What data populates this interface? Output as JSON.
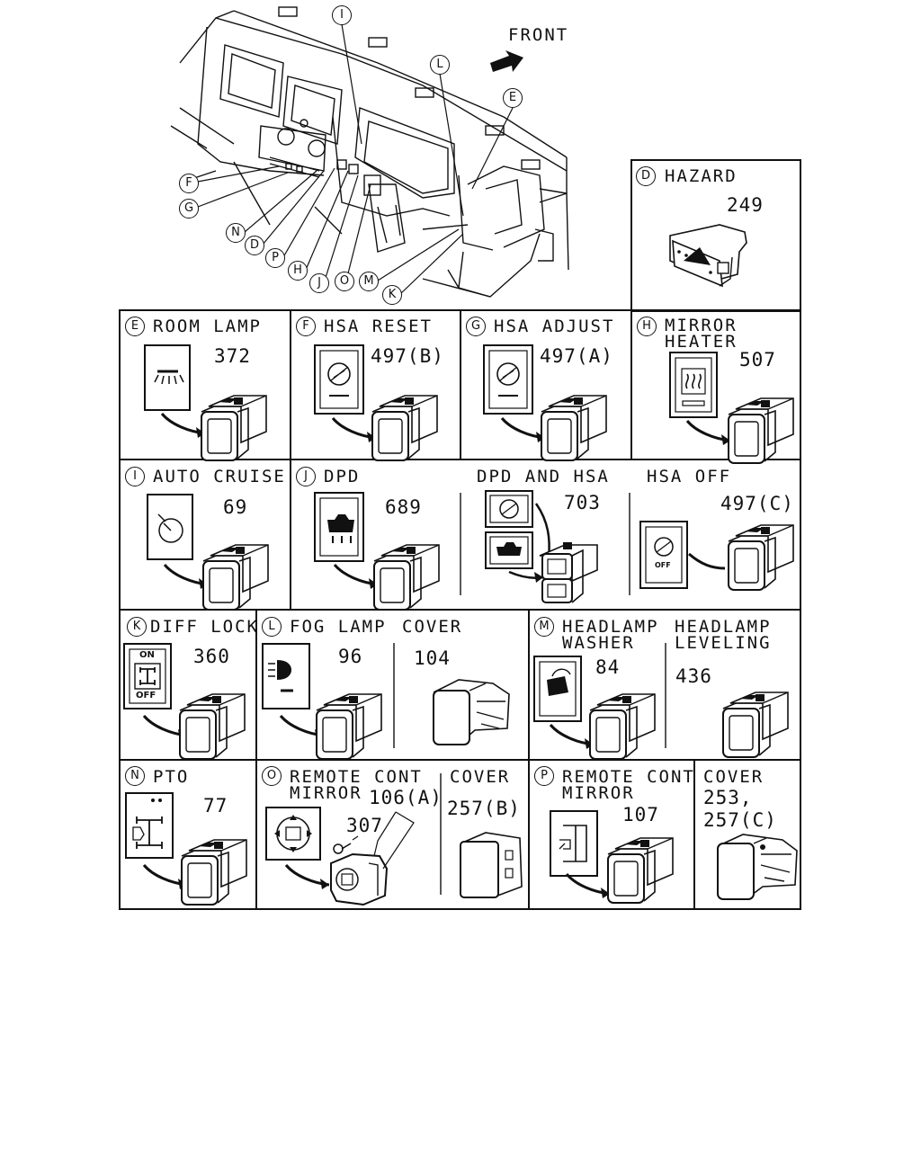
{
  "overview": {
    "front_label": "FRONT",
    "callouts": [
      "I",
      "L",
      "E",
      "F",
      "G",
      "N",
      "D",
      "P",
      "H",
      "J",
      "O",
      "M",
      "K"
    ]
  },
  "panels": {
    "D": {
      "letter": "D",
      "title": "HAZARD",
      "part": "249"
    },
    "E": {
      "letter": "E",
      "title": "ROOM LAMP",
      "part": "372"
    },
    "F": {
      "letter": "F",
      "title": "HSA RESET",
      "part": "497(B)"
    },
    "G": {
      "letter": "G",
      "title": "HSA ADJUST",
      "part": "497(A)"
    },
    "H": {
      "letter": "H",
      "title_line1": "MIRROR",
      "title_line2": "HEATER",
      "part": "507"
    },
    "I": {
      "letter": "I",
      "title": "AUTO CRUISE",
      "part": "69"
    },
    "J": {
      "letter": "J",
      "title": "DPD",
      "part": "689"
    },
    "J2": {
      "title": "DPD AND HSA",
      "part": "703"
    },
    "J3": {
      "title": "HSA OFF",
      "part": "497(C)",
      "switch_text": "OFF"
    },
    "K": {
      "letter": "K",
      "title": "DIFF LOCK",
      "part": "360",
      "switch_on": "ON",
      "switch_off": "OFF"
    },
    "L": {
      "letter": "L",
      "title": "FOG LAMP",
      "part": "96"
    },
    "L2": {
      "title": "COVER",
      "part": "104"
    },
    "M": {
      "letter": "M",
      "title_line1": "HEADLAMP",
      "title_line2": "WASHER",
      "part": "84"
    },
    "M2": {
      "title_line1": "HEADLAMP",
      "title_line2": "LEVELING",
      "part": "436"
    },
    "N": {
      "letter": "N",
      "title": "PTO",
      "part": "77"
    },
    "O": {
      "letter": "O",
      "title_line1": "REMOTE CONT",
      "title_line2": "MIRROR",
      "part": "106(A)",
      "part2": "307"
    },
    "O2": {
      "title": "COVER",
      "part": "257(B)"
    },
    "P": {
      "letter": "P",
      "title_line1": "REMOTE CONT",
      "title_line2": "MIRROR",
      "part": "107"
    },
    "P2": {
      "title": "COVER",
      "part_line1": "253,",
      "part_line2": "257(C)"
    }
  }
}
